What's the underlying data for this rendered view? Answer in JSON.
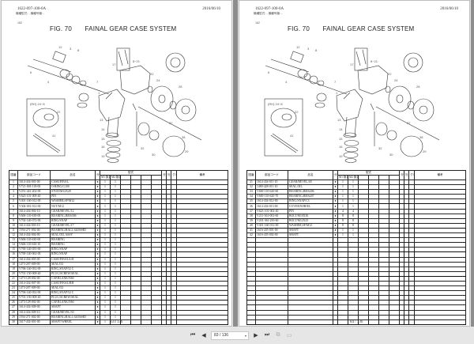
{
  "viewer": {
    "toolbar": {
      "first_icon": "first-page-icon",
      "prev_icon": "prev-page-icon",
      "page_value": "83 / 136",
      "next_icon": "next-page-icon",
      "last_icon": "last-page-icon",
      "view_icon_1": "two-page-view-icon",
      "view_icon_2": "continuous-view-icon",
      "glyphs": {
        "first": "⏮",
        "prev": "◀",
        "dropdown": "▾",
        "next": "▶",
        "last": "⏭",
        "view1": "⧉",
        "view2": "▭"
      }
    }
  },
  "pages": [
    {
      "doc_code": "1622-097-100-0A",
      "sub_header": "機種型式: -  機種号機: -",
      "date": "2016/06/10",
      "page_marker": "162",
      "fig_number": "FIG. 70",
      "fig_title": "FAINAL GEAR CASE SYSTEM",
      "footer": "83 / 136",
      "table_header": {
        "no": "図番",
        "part_code": "部品コード",
        "name": "品名",
        "qty_flag": "分類",
        "model": "型式",
        "model_sub1": "M1\n数量",
        "model_sub2": "M2\n数量",
        "col_a": "分担区",
        "col_b": "吐出率",
        "col_c": "グループ",
        "remarks": "備考"
      },
      "rows": [
        {
          "no": "1",
          "code": "1614-434-001-00",
          "name": "CASE/FINAL",
          "f": "●",
          "q1": "1",
          "q2": "1"
        },
        {
          "no": "2",
          "code": "V721-003-118-00",
          "name": "O-RING/G100",
          "f": "●",
          "q1": "1",
          "q2": "1"
        },
        {
          "no": "3",
          "code": "V251-441-202-00",
          "name": "STUD/M12X28",
          "f": "●",
          "q1": "1",
          "q2": "1"
        },
        {
          "no": "4",
          "code": "V623-101-008-40",
          "name": "PIN",
          "f": "●",
          "q1": "1",
          "q2": "1"
        },
        {
          "no": "5",
          "code": "V401-160-012-00",
          "name": "WASHER,SP/M12",
          "f": "●",
          "q1": "1",
          "q2": "1"
        },
        {
          "no": "6",
          "code": "V304-001-012-00",
          "name": "NUT/M12",
          "f": "●",
          "q1": "1",
          "q2": "1"
        },
        {
          "no": "7",
          "code": "1614-434-002-10",
          "name": "GEAR/BEVEL/12",
          "f": "●",
          "q1": "1",
          "q2": "1"
        },
        {
          "no": "8",
          "code": "V606-110-638-00",
          "name": "BEARING,BB/6306",
          "f": "●",
          "q1": "1",
          "q2": "1"
        },
        {
          "no": "9",
          "code": "V702-140-072-00",
          "name": "RING/SNAP",
          "f": "●",
          "q1": "1",
          "q2": "1"
        },
        {
          "no": "10",
          "code": "1614-434-003-10",
          "name": "GEAR/BEVEL/17",
          "f": "●",
          "q1": "1",
          "q2": "1"
        },
        {
          "no": "11",
          "code": "1594-271-002-00",
          "name": "BEARING/BALL 6205SHD",
          "f": "●",
          "q1": "1",
          "q2": "1"
        },
        {
          "no": "12",
          "code": "1614-434-004-00",
          "name": "SEAL/OIL          ASSY",
          "f": "●",
          "q1": "1",
          "q2": "1"
        },
        {
          "no": "13",
          "code": "V606-110-630-00",
          "name": "BEARING",
          "f": "●",
          "q1": "1",
          "q2": "1"
        },
        {
          "no": "14",
          "code": "V606-110-630-10",
          "name": "BEARING",
          "f": "●",
          "q1": "1",
          "q2": "1"
        },
        {
          "no": "15",
          "code": "V700-140-055-00",
          "name": "RING/SNAP",
          "f": "●",
          "q1": "1",
          "q2": "1"
        },
        {
          "no": "16",
          "code": "V700-140-062-00",
          "name": "RING/SNAP",
          "f": "●",
          "q1": "1",
          "q2": "1"
        },
        {
          "no": "17",
          "code": "1614-434-005-00",
          "name": "CASE/FINAL/LH",
          "f": "●",
          "q1": "1",
          "q2": "1"
        },
        {
          "no": "18",
          "code": "1473-207-009-00",
          "name": "SEAL/O2",
          "f": "●",
          "q1": "1",
          "q2": "1"
        },
        {
          "no": "19",
          "code": "V706-140-052-00",
          "name": "RING,SNAP/52 C",
          "f": "●",
          "q1": "1",
          "q2": "1"
        },
        {
          "no": "20",
          "code": "V701-150-008-40",
          "name": "PLUG/SCREW/SEAL",
          "f": "●",
          "q1": "1",
          "q2": "1"
        },
        {
          "no": "21",
          "code": "1473-128-002-00",
          "name": "CAP,BLANK/N60",
          "f": "●",
          "q1": "1",
          "q2": "1"
        },
        {
          "no": "22",
          "code": "1614-434-007-00",
          "name": "CASE/FINAL/RH",
          "f": "●",
          "q1": "1",
          "q2": "1"
        },
        {
          "no": "23",
          "code": "1473-207-009-00",
          "name": "SEAL/O2",
          "f": "●",
          "q1": "1",
          "q2": "1"
        },
        {
          "no": "24",
          "code": "V706-140-052-00",
          "name": "RING,SNAP/52 C",
          "f": "●",
          "q1": "1",
          "q2": "1"
        },
        {
          "no": "25",
          "code": "V701-150-008-40",
          "name": "PLUG/SCREW/SEAL",
          "f": "●",
          "q1": "1",
          "q2": "1"
        },
        {
          "no": "26",
          "code": "1473-128-002-00",
          "name": "CAP,BLANK/N60",
          "f": "●",
          "q1": "1",
          "q2": "1"
        },
        {
          "no": "27",
          "code": "1614-434-008-00",
          "name": "SHAFT",
          "f": "●",
          "q1": "1",
          "q2": "1"
        },
        {
          "no": "28",
          "code": "1614-434-009-10",
          "name": "GEAR/BEVEL/30",
          "f": "●",
          "q1": "1",
          "q2": "1"
        },
        {
          "no": "29",
          "code": "1594-271-002-00",
          "name": "BEARING/BALL 6205SHD",
          "f": "●",
          "q1": "1",
          "q2": "1"
        },
        {
          "no": "30",
          "code": "1617-434-001-00",
          "name": "SHAFT/WHEEL",
          "f": "●",
          "q1": "1",
          "q2": "1"
        }
      ]
    },
    {
      "doc_code": "1622-097-100-0A",
      "sub_header": "機種型式: -  機種号機: -",
      "date": "2016/06/10",
      "page_marker": "162",
      "fig_number": "FIG. 70",
      "fig_title": "FAINAL GEAR CASE SYSTEM",
      "footer": "84 / 136",
      "table_header": {
        "no": "図番",
        "part_code": "部品コード",
        "name": "品名",
        "qty_flag": "分類",
        "model": "型式",
        "model_sub1": "M1\n数量",
        "model_sub2": "M2\n数量",
        "col_a": "分担区",
        "col_b": "吐出率",
        "col_c": "グループ",
        "remarks": "備考"
      },
      "rows": [
        {
          "no": "31",
          "code": "1614-434-011-10",
          "name": "GEAR/BEVEL/48",
          "f": "●",
          "q1": "1",
          "q2": "1"
        },
        {
          "no": "32",
          "code": "1480-428-011-10",
          "name": "SEAL,OIL",
          "f": "●",
          "q1": "1",
          "q2": "1"
        },
        {
          "no": "33",
          "code": "V600-110-620-60",
          "name": "BEARING,BB/6206",
          "f": "●",
          "q1": "1",
          "q2": "1"
        },
        {
          "no": "34",
          "code": "V600-110-620-70",
          "name": "BEARING,BB/6207",
          "f": "●",
          "q1": "1",
          "q2": "1"
        },
        {
          "no": "35",
          "code": "1614-434-012-00",
          "name": "RING/SNAP/C3",
          "f": "●",
          "q1": "1",
          "q2": "1"
        },
        {
          "no": "36",
          "code": "1614-434-013-00",
          "name": "COVER/WHEEL",
          "f": "●",
          "q1": "1",
          "q2": "1"
        },
        {
          "no": "37",
          "code": "V623-101-002-40",
          "name": "PIN",
          "f": "●",
          "q1": "4",
          "q2": "4"
        },
        {
          "no": "38",
          "code": "V211-361-002-60",
          "name": "BOLT/M10X30",
          "f": "●",
          "q1": "8",
          "q2": "8"
        },
        {
          "no": "39",
          "code": "V201-361-250-60",
          "name": "BOLT/M12X25",
          "f": "●",
          "q1": "8",
          "q2": "8"
        },
        {
          "no": "40",
          "code": "V401-160-012-00",
          "name": "WASHER,SP/M12",
          "f": "●",
          "q1": "8",
          "q2": "8"
        },
        {
          "no": "41",
          "code": "1616-435-001-00",
          "name": "SHAFT",
          "f": "●",
          "q1": "1",
          "q2": "1"
        },
        {
          "no": "42",
          "code": "1616-435-002-00",
          "name": "SHAFT",
          "f": "●",
          "q1": "1",
          "q2": "1"
        },
        {
          "no": "",
          "code": "",
          "name": "",
          "f": "",
          "q1": "",
          "q2": ""
        },
        {
          "no": "",
          "code": "",
          "name": "",
          "f": "",
          "q1": "",
          "q2": ""
        },
        {
          "no": "",
          "code": "",
          "name": "",
          "f": "",
          "q1": "",
          "q2": ""
        },
        {
          "no": "",
          "code": "",
          "name": "",
          "f": "",
          "q1": "",
          "q2": ""
        },
        {
          "no": "",
          "code": "",
          "name": "",
          "f": "",
          "q1": "",
          "q2": ""
        },
        {
          "no": "",
          "code": "",
          "name": "",
          "f": "",
          "q1": "",
          "q2": ""
        },
        {
          "no": "",
          "code": "",
          "name": "",
          "f": "",
          "q1": "",
          "q2": ""
        },
        {
          "no": "",
          "code": "",
          "name": "",
          "f": "",
          "q1": "",
          "q2": ""
        },
        {
          "no": "",
          "code": "",
          "name": "",
          "f": "",
          "q1": "",
          "q2": ""
        },
        {
          "no": "",
          "code": "",
          "name": "",
          "f": "",
          "q1": "",
          "q2": ""
        },
        {
          "no": "",
          "code": "",
          "name": "",
          "f": "",
          "q1": "",
          "q2": ""
        },
        {
          "no": "",
          "code": "",
          "name": "",
          "f": "",
          "q1": "",
          "q2": ""
        },
        {
          "no": "",
          "code": "",
          "name": "",
          "f": "",
          "q1": "",
          "q2": ""
        },
        {
          "no": "",
          "code": "",
          "name": "",
          "f": "",
          "q1": "",
          "q2": ""
        },
        {
          "no": "",
          "code": "",
          "name": "",
          "f": "",
          "q1": "",
          "q2": ""
        },
        {
          "no": "",
          "code": "",
          "name": "",
          "f": "",
          "q1": "",
          "q2": ""
        },
        {
          "no": "",
          "code": "",
          "name": "",
          "f": "",
          "q1": "",
          "q2": ""
        },
        {
          "no": "",
          "code": "",
          "name": "",
          "f": "",
          "q1": "",
          "q2": ""
        }
      ]
    }
  ]
}
